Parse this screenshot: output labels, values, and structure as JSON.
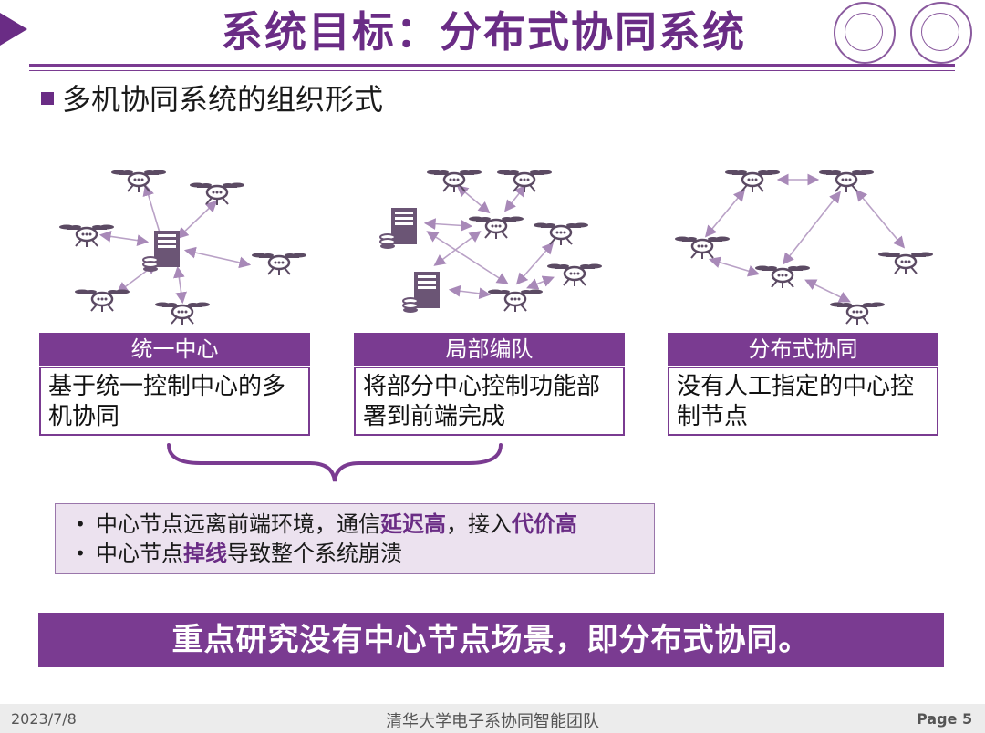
{
  "header": {
    "title": "系统目标：分布式协同系统"
  },
  "section": {
    "heading": "多机协同系统的组织形式"
  },
  "panels": [
    {
      "label": "统一中心",
      "description": "基于统一控制中心的多机协同"
    },
    {
      "label": "局部编队",
      "description": "将部分中心控制功能部署到前端完成"
    },
    {
      "label": "分布式协同",
      "description": "没有人工指定的中心控制节点"
    }
  ],
  "notes": {
    "line1": {
      "a": "中心节点远离前端环境，通信",
      "b": "延迟高",
      "c": "，接入",
      "d": "代价高"
    },
    "line2": {
      "a": "中心节点",
      "b": "掉线",
      "c": "导致整个系统崩溃"
    }
  },
  "banner": "重点研究没有中心节点场景，即分布式协同。",
  "footer": {
    "date": "2023/7/8",
    "org": "清华大学电子系协同智能团队",
    "page": "Page 5"
  },
  "colors": {
    "accent": "#7a3b91",
    "note_bg": "#ece2ef",
    "arrow": "#b9a1c6"
  }
}
